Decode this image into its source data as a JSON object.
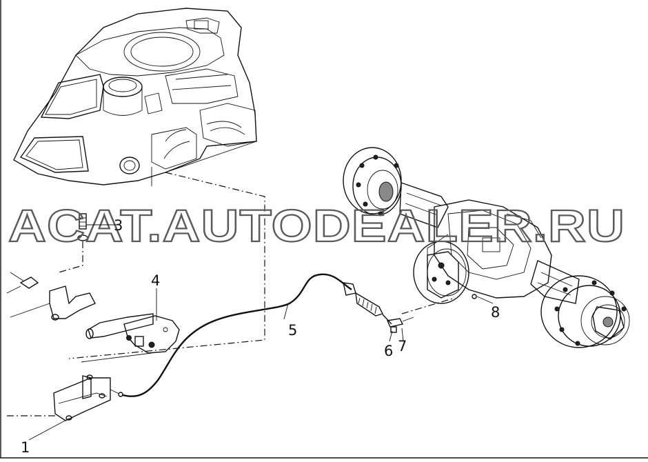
{
  "watermark": "ACAT.AUTODEALER.RU",
  "callouts": {
    "c1": "1",
    "c3": "3",
    "c4": "4",
    "c5": "5",
    "c6": "6",
    "c7": "7",
    "c8": "8"
  },
  "colors": {
    "line": "#111111",
    "watermark": "#5a5a5a",
    "background": "#ffffff"
  }
}
